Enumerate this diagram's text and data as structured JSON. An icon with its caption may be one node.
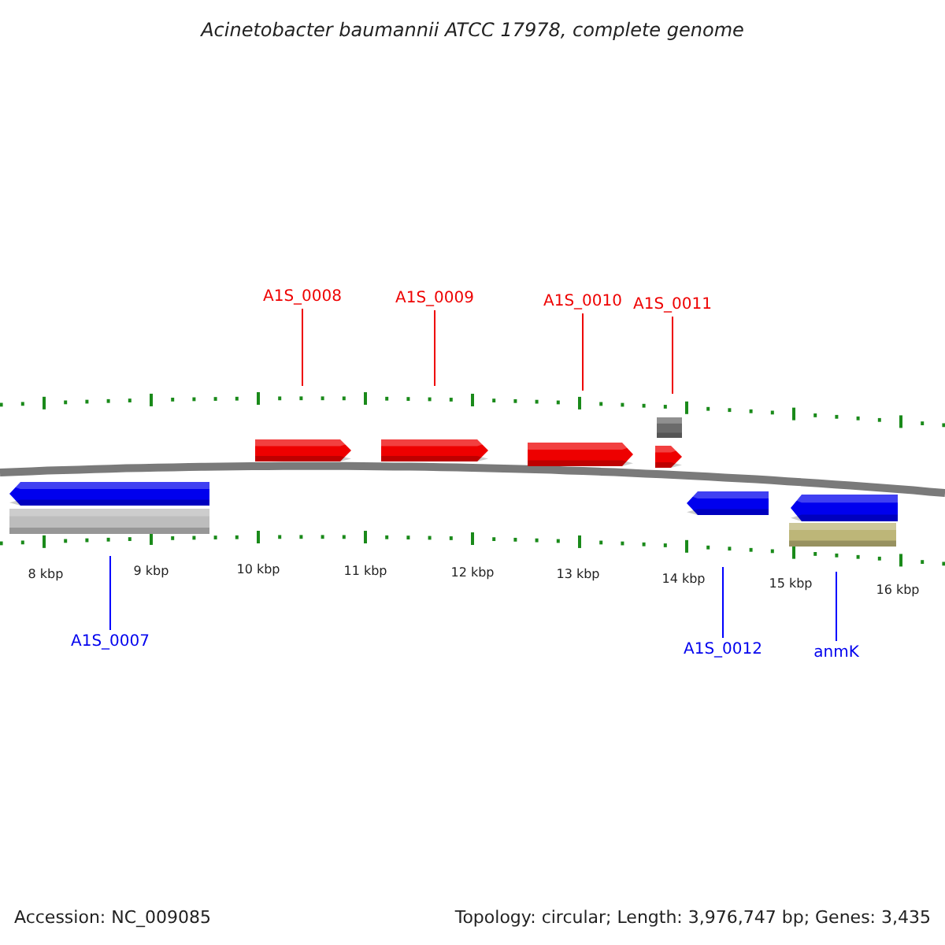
{
  "diagram": {
    "title": "Acinetobacter baumannii ATCC 17978, complete genome",
    "nodes": [
      {
        "text": [
          "A1S_0008"
        ]
      },
      {
        "text": [
          "A1S_0009"
        ]
      },
      {
        "text": [
          "A1S_0010"
        ]
      },
      {
        "text": [
          "A1S_0011"
        ]
      },
      {
        "text": [],
        "shape": "box"
      },
      {
        "text": [],
        "shape": "pentagon"
      },
      {
        "text": [],
        "shape": "pentagon"
      },
      {
        "text": [],
        "shape": "pentagon"
      },
      {
        "text": [],
        "shape": "pentagon"
      },
      {
        "text": [],
        "shape": "pentagon"
      },
      {
        "text": [],
        "shape": "bar"
      },
      {
        "text": [],
        "shape": "pentagon"
      },
      {
        "text": [],
        "shape": "pentagon"
      },
      {
        "text": [],
        "shape": "bar"
      },
      {
        "text": [
          "A1S_0007"
        ]
      },
      {
        "text": [
          "A1S_0012"
        ]
      },
      {
        "text": [
          "anmK"
        ]
      }
    ],
    "edges": [
      {
        "from": 0,
        "to": null,
        "arrow": "none"
      },
      {
        "from": 1,
        "to": null,
        "arrow": "none"
      },
      {
        "from": 2,
        "to": null,
        "arrow": "none"
      },
      {
        "from": 3,
        "to": null,
        "arrow": "none"
      },
      {
        "from": 14,
        "to": null,
        "arrow": "none",
        "color": "#0000ff"
      },
      {
        "from": 15,
        "to": null,
        "arrow": "none",
        "color": "#0000ff"
      },
      {
        "from": 16,
        "to": null,
        "arrow": "none",
        "color": "#0000ff"
      }
    ],
    "labels": [
      "8 kbp",
      "9 kbp",
      "10 kbp",
      "11 kbp",
      "12 kbp",
      "13 kbp",
      "14 kbp",
      "15 kbp",
      "16 kbp",
      "Accession: NC_009085",
      "Topology: circular; Length: 3,976,747 bp; Genes: 3,435"
    ]
  }
}
